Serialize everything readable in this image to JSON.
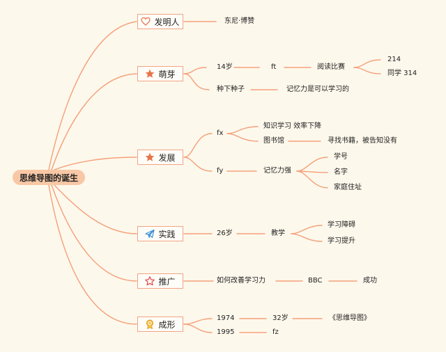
{
  "root": {
    "label": "思维导图的诞生"
  },
  "branches": {
    "inventor": {
      "label": "发明人",
      "icon": "heart-icon",
      "name": "东尼·博赞"
    },
    "sprout": {
      "label": "萌芽",
      "icon": "star-filled-icon",
      "age": "14岁",
      "ft": "ft",
      "contest": "阅读比赛",
      "rank_self": "214",
      "rank_classmate": "同学 314",
      "seed": "种下种子",
      "seed_note": "记忆力是可以学习的"
    },
    "develop": {
      "label": "发展",
      "icon": "star-filled-icon",
      "fx": "fx",
      "fx_item": "知识学习 效率下降",
      "library": "图书馆",
      "library_note": "寻找书籍，被告知没有",
      "fy": "fy",
      "memory": "记忆力强",
      "mem_items": [
        "学号",
        "名字",
        "家庭住址"
      ]
    },
    "practice": {
      "label": "实践",
      "icon": "paper-plane-icon",
      "age": "26岁",
      "teach": "教学",
      "items": [
        "学习障碍",
        "学习提升"
      ]
    },
    "promote": {
      "label": "推广",
      "icon": "star-outline-icon",
      "question": "如何改善学习力",
      "bbc": "BBC",
      "success": "成功"
    },
    "form": {
      "label": "成形",
      "icon": "medal-icon",
      "year1": "1974",
      "age": "32岁",
      "book": "《思维导图》",
      "year2": "1995",
      "fz": "fz"
    }
  },
  "colors": {
    "accent": "#f2a382",
    "line": "#f4a07a",
    "icon": "#e8744a",
    "background": "#fdf8ec"
  }
}
